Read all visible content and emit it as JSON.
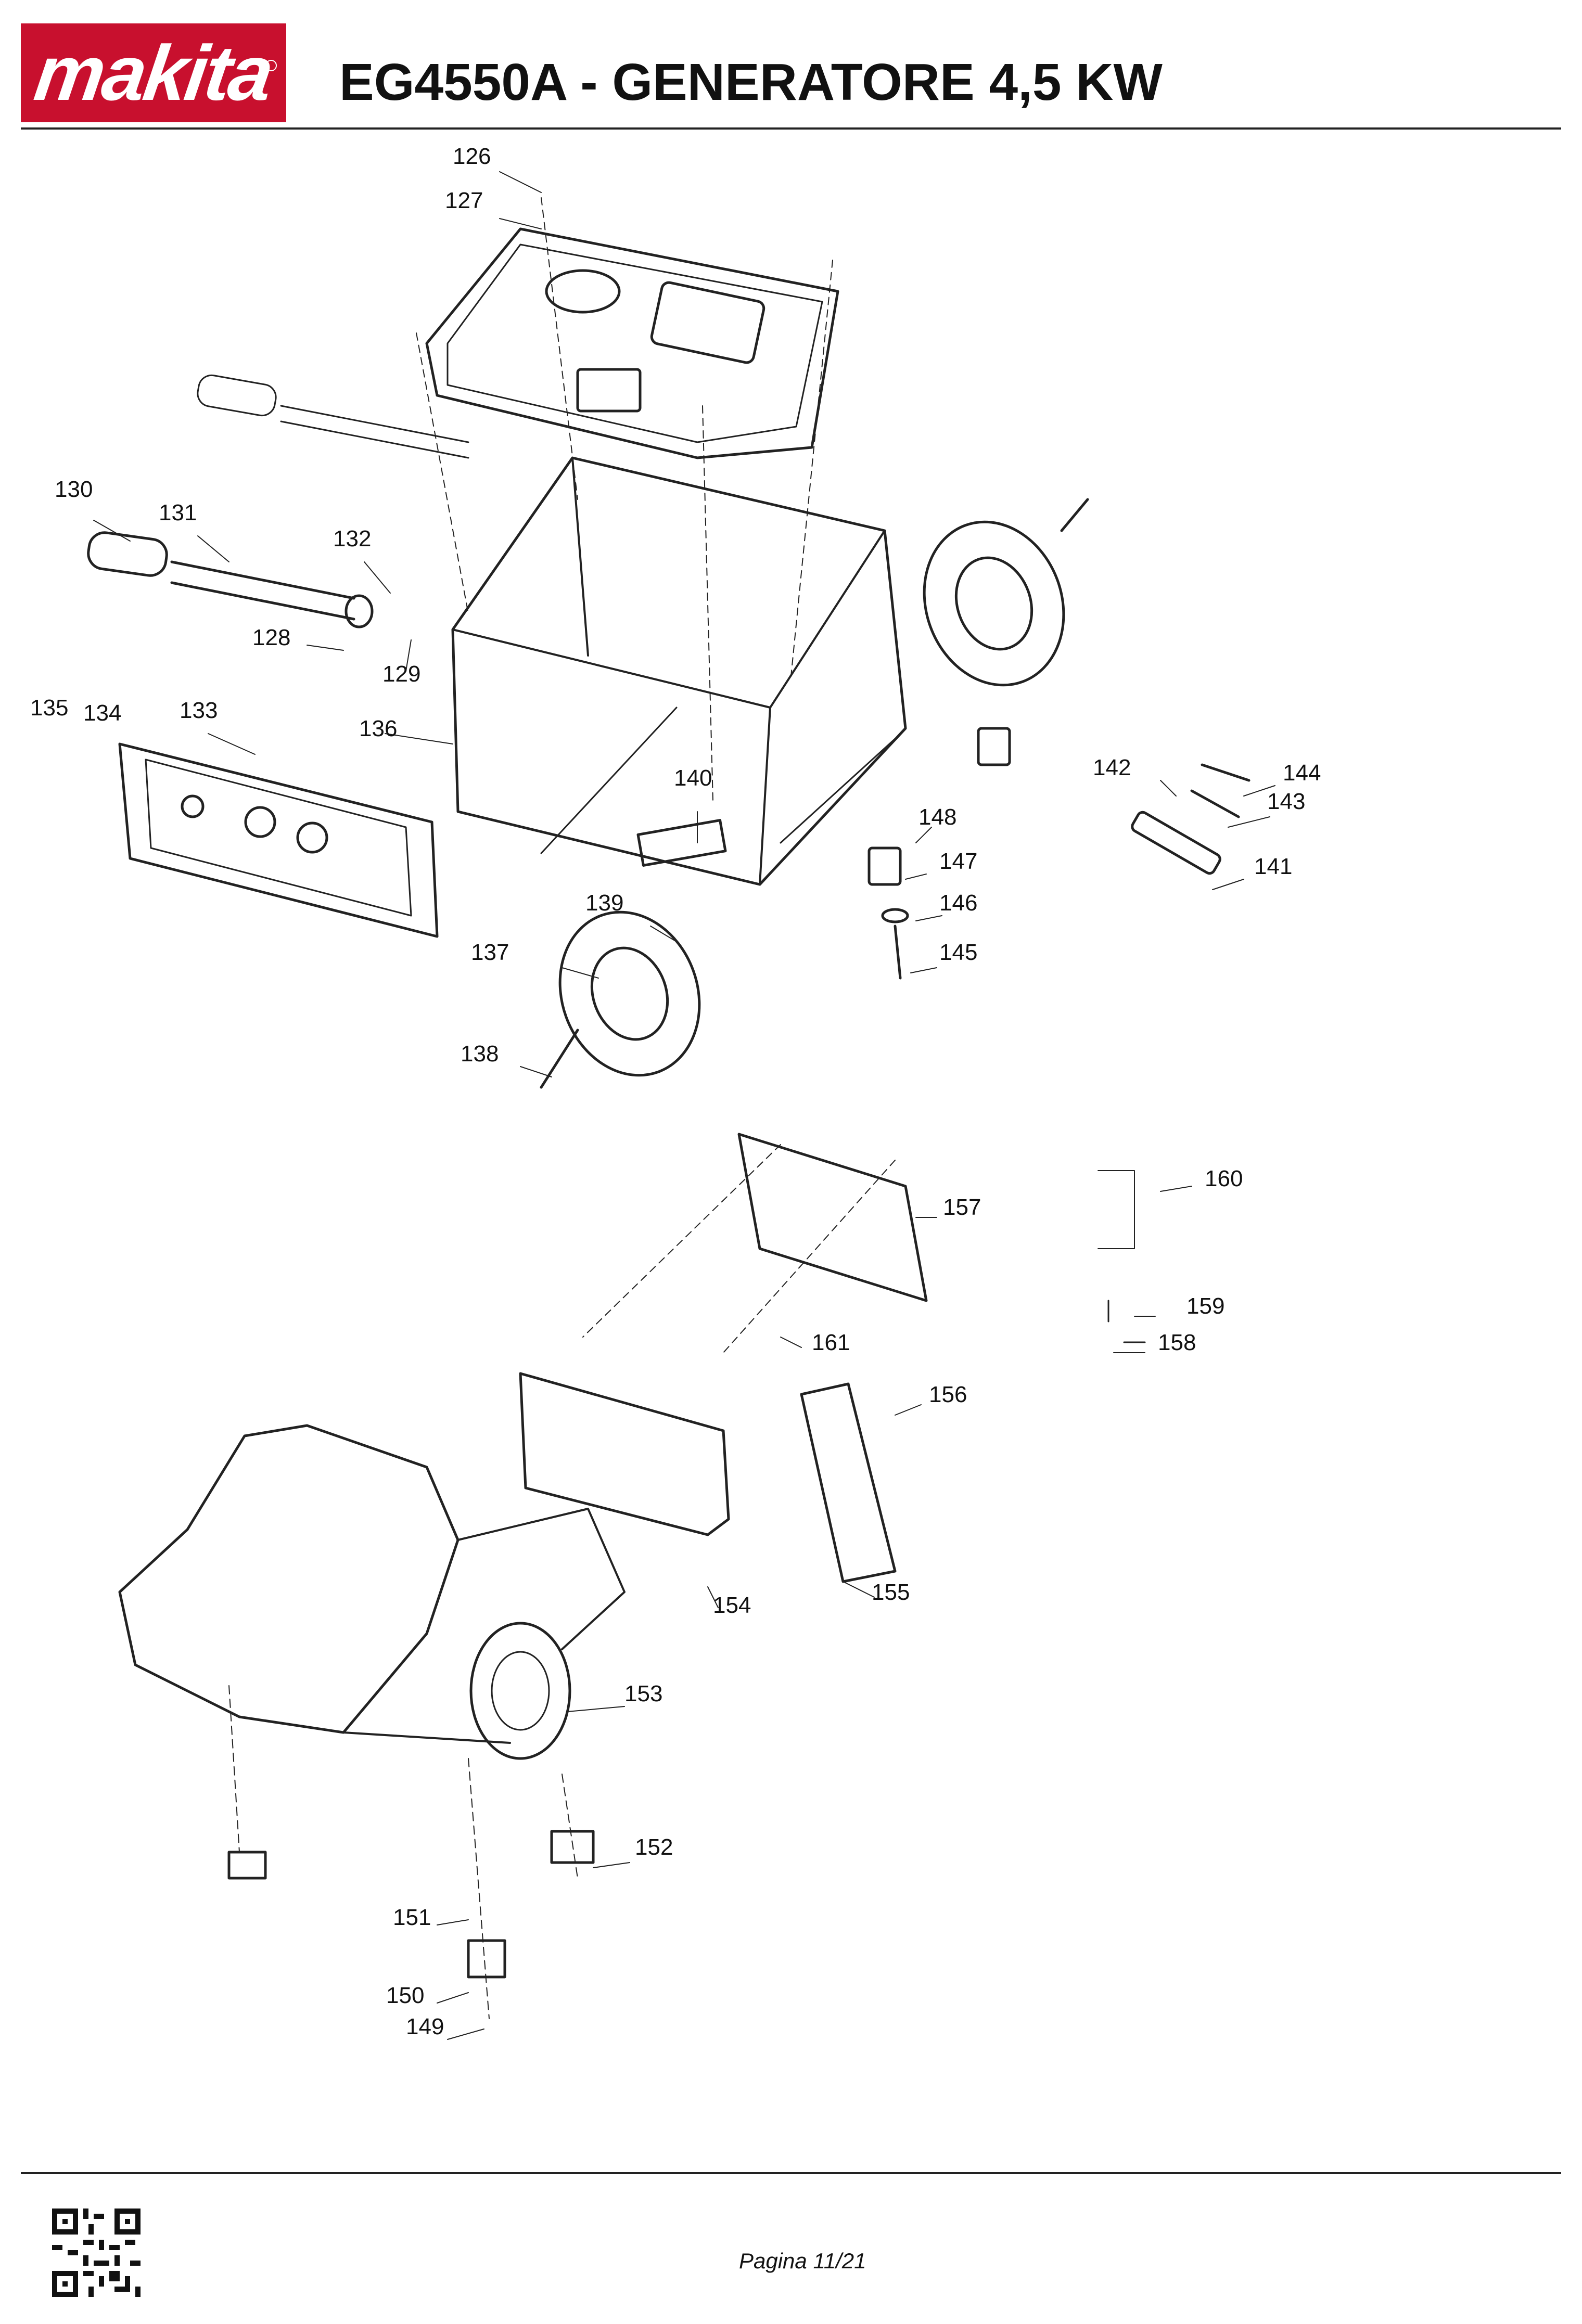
{
  "header": {
    "logo_text": "makita",
    "title": "EG4550A - GENERATORE 4,5 KW"
  },
  "parts": [
    {
      "id": "p126",
      "label": "126"
    },
    {
      "id": "p127",
      "label": "127"
    },
    {
      "id": "p128",
      "label": "128"
    },
    {
      "id": "p129",
      "label": "129"
    },
    {
      "id": "p130",
      "label": "130"
    },
    {
      "id": "p131",
      "label": "131"
    },
    {
      "id": "p132",
      "label": "132"
    },
    {
      "id": "p133",
      "label": "133"
    },
    {
      "id": "p134",
      "label": "134"
    },
    {
      "id": "p135",
      "label": "135"
    },
    {
      "id": "p136",
      "label": "136"
    },
    {
      "id": "p137",
      "label": "137"
    },
    {
      "id": "p138",
      "label": "138"
    },
    {
      "id": "p139",
      "label": "139"
    },
    {
      "id": "p140",
      "label": "140"
    },
    {
      "id": "p141",
      "label": "141"
    },
    {
      "id": "p142",
      "label": "142"
    },
    {
      "id": "p143",
      "label": "143"
    },
    {
      "id": "p144",
      "label": "144"
    },
    {
      "id": "p145",
      "label": "145"
    },
    {
      "id": "p146",
      "label": "146"
    },
    {
      "id": "p147",
      "label": "147"
    },
    {
      "id": "p148",
      "label": "148"
    },
    {
      "id": "p149",
      "label": "149"
    },
    {
      "id": "p150",
      "label": "150"
    },
    {
      "id": "p151",
      "label": "151"
    },
    {
      "id": "p152",
      "label": "152"
    },
    {
      "id": "p153",
      "label": "153"
    },
    {
      "id": "p154",
      "label": "154"
    },
    {
      "id": "p155",
      "label": "155"
    },
    {
      "id": "p156",
      "label": "156"
    },
    {
      "id": "p157",
      "label": "157"
    },
    {
      "id": "p158",
      "label": "158"
    },
    {
      "id": "p159",
      "label": "159"
    },
    {
      "id": "p160",
      "label": "160"
    },
    {
      "id": "p161",
      "label": "161"
    }
  ],
  "footer": {
    "page_label": "Pagina 11/21"
  },
  "colors": {
    "brand": "#c8102e",
    "line": "#222222"
  }
}
